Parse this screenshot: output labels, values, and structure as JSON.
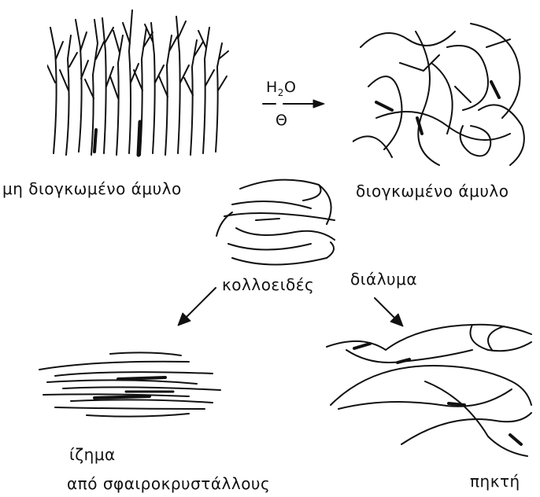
{
  "reaction": {
    "reagent": "H",
    "reagent_subscript": "2",
    "reagent_suffix": "O",
    "condition": "Θ"
  },
  "labels": {
    "unswollen_starch": "μη διογκωμένο άμυλο",
    "swollen_starch": "διογκωμένο άμυλο",
    "colloid": "κολλοειδές",
    "solution": "διάλυμα",
    "precipitate": "ίζημα",
    "spherocrystals": "από σφαιροκρυστάλλους",
    "gel": "πηκτή"
  }
}
